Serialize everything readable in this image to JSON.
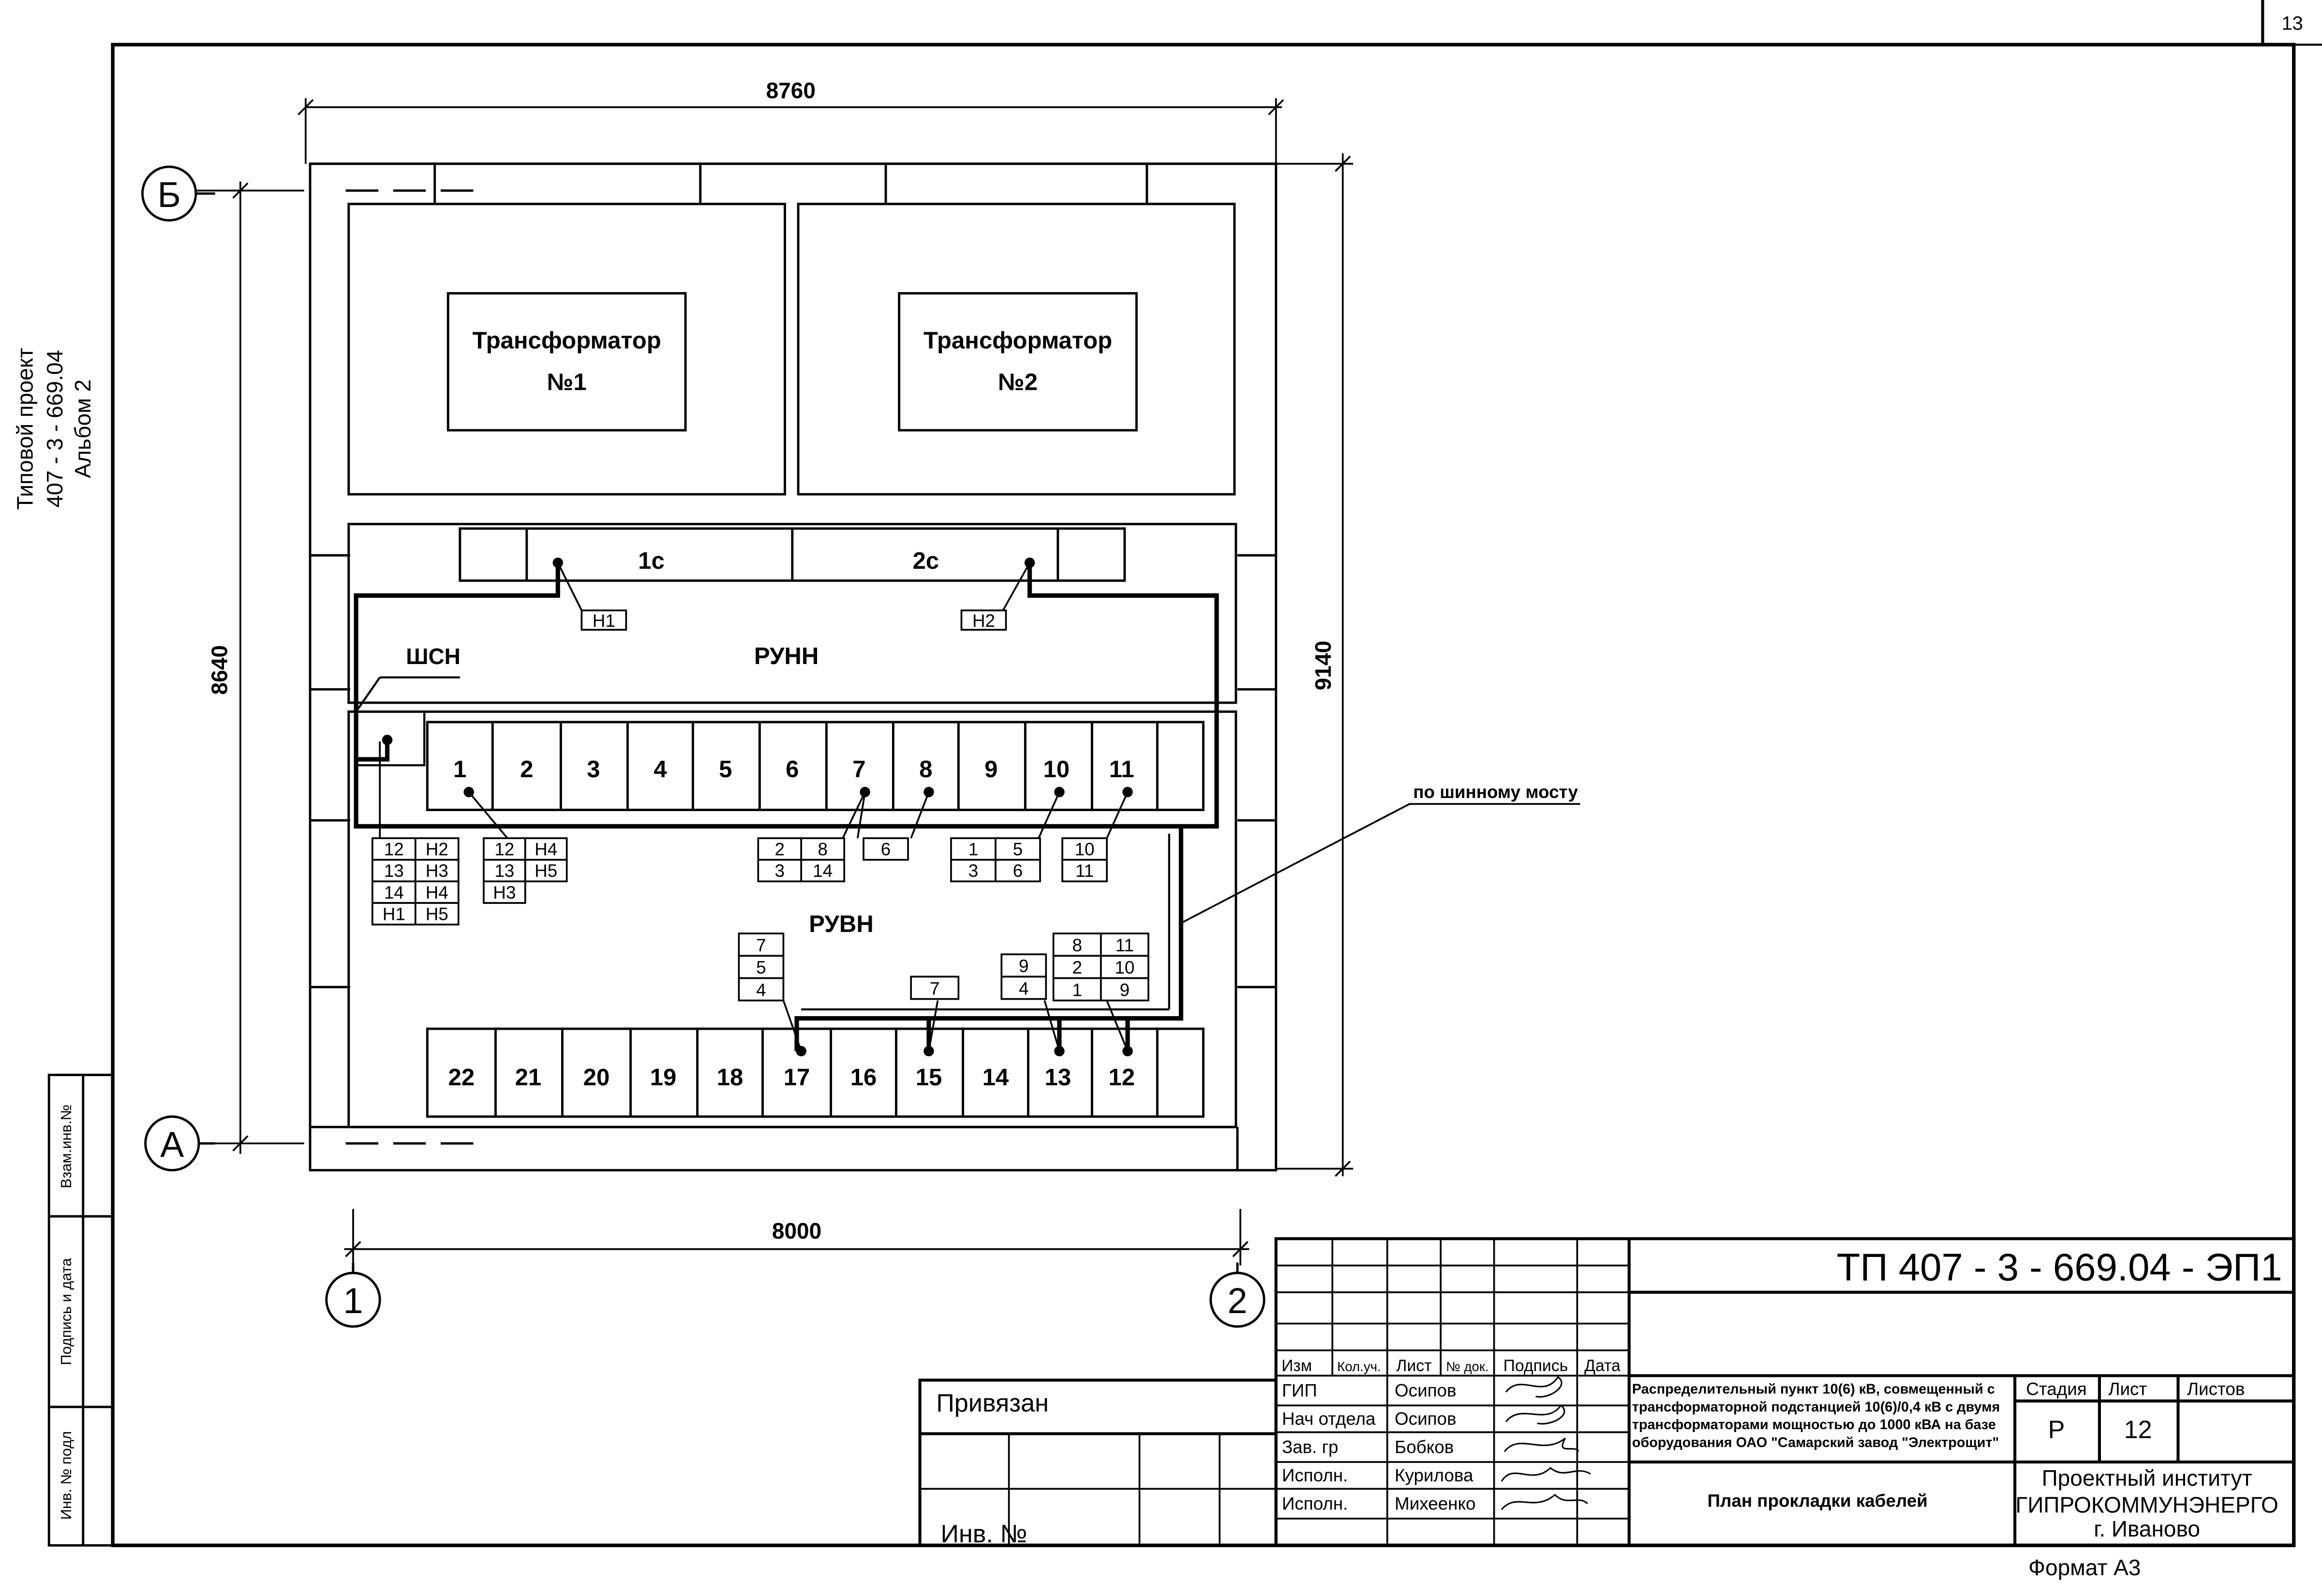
{
  "page_number": "13",
  "side_stamp": {
    "line1": "Типовой проект",
    "line2": "407 - 3 - 669.04",
    "line3": "Альбом 2"
  },
  "left_boxes": {
    "vzam": "Взам.инв.№",
    "podpis": "Подпись и дата",
    "inv": "Инв. № подл"
  },
  "dimensions": {
    "top_width": "8760",
    "bottom_width": "8000",
    "left_height": "8640",
    "right_height": "9140"
  },
  "axes": {
    "b": "Б",
    "a": "А",
    "n1": "1",
    "n2": "2"
  },
  "rooms": {
    "transformer1_l1": "Трансформатор",
    "transformer1_l2": "№1",
    "transformer2_l1": "Трансформатор",
    "transformer2_l2": "№2",
    "section1": "1с",
    "section2": "2с",
    "runn": "РУНН",
    "shsn": "ШСН",
    "ruvn": "РУВН"
  },
  "top_cells": [
    "1",
    "2",
    "3",
    "4",
    "5",
    "6",
    "7",
    "8",
    "9",
    "10",
    "11"
  ],
  "bottom_cells": [
    "22",
    "21",
    "20",
    "19",
    "18",
    "17",
    "16",
    "15",
    "14",
    "13",
    "12"
  ],
  "tags": {
    "h1": "Н1",
    "h2": "Н2",
    "bridge_note": "по шинному мосту",
    "g_shsn": [
      "12",
      "Н2",
      "13",
      "Н3",
      "14",
      "Н4",
      "Н1",
      "Н5"
    ],
    "g_c1": [
      "12",
      "Н4",
      "13",
      "Н5",
      "Н3"
    ],
    "g_c7": [
      "2",
      "8",
      "3",
      "14"
    ],
    "g_c8": [
      "6"
    ],
    "g_c10": [
      "1",
      "5",
      "3",
      "6"
    ],
    "g_c11": [
      "10",
      "11"
    ],
    "g_c17": [
      "7",
      "5",
      "4"
    ],
    "g_c15": [
      "7"
    ],
    "g_c13": [
      "9",
      "4"
    ],
    "g_c12": [
      "8",
      "11",
      "2",
      "10",
      "1",
      "9"
    ]
  },
  "title_block": {
    "code": "ТП  407 - 3 - 669.04 - ЭП1",
    "privyazan": "Привязан",
    "inv_no": "Инв. №",
    "headers": [
      "Изм",
      "Кол.уч.",
      "Лист",
      "№ док.",
      "Подпись",
      "Дата"
    ],
    "roles": [
      "ГИП",
      "Нач отдела",
      "Зав. гр",
      "Исполн.",
      "Исполн."
    ],
    "names": [
      "Осипов",
      "Осипов",
      "Бобков",
      "Курилова",
      "Михеенко"
    ],
    "description": [
      "Распределительный пункт 10(6) кВ, совмещенный с",
      "трансформаторной подстанцией 10(6)/0,4 кВ с двумя",
      "трансформаторами мощностью до 1000 кВА на базе",
      "оборудования ОАО \"Самарский завод \"Электрощит\""
    ],
    "stage_label": "Стадия",
    "sheet_label": "Лист",
    "sheets_label": "Листов",
    "stage_value": "Р",
    "sheet_value": "12",
    "sheets_value": "",
    "drawing_title": "План прокладки кабелей",
    "org_line1": "Проектный институт",
    "org_line2": "ГИПРОКОММУНЭНЕРГО",
    "org_line3": "г. Иваново",
    "format": "Формат А3"
  }
}
